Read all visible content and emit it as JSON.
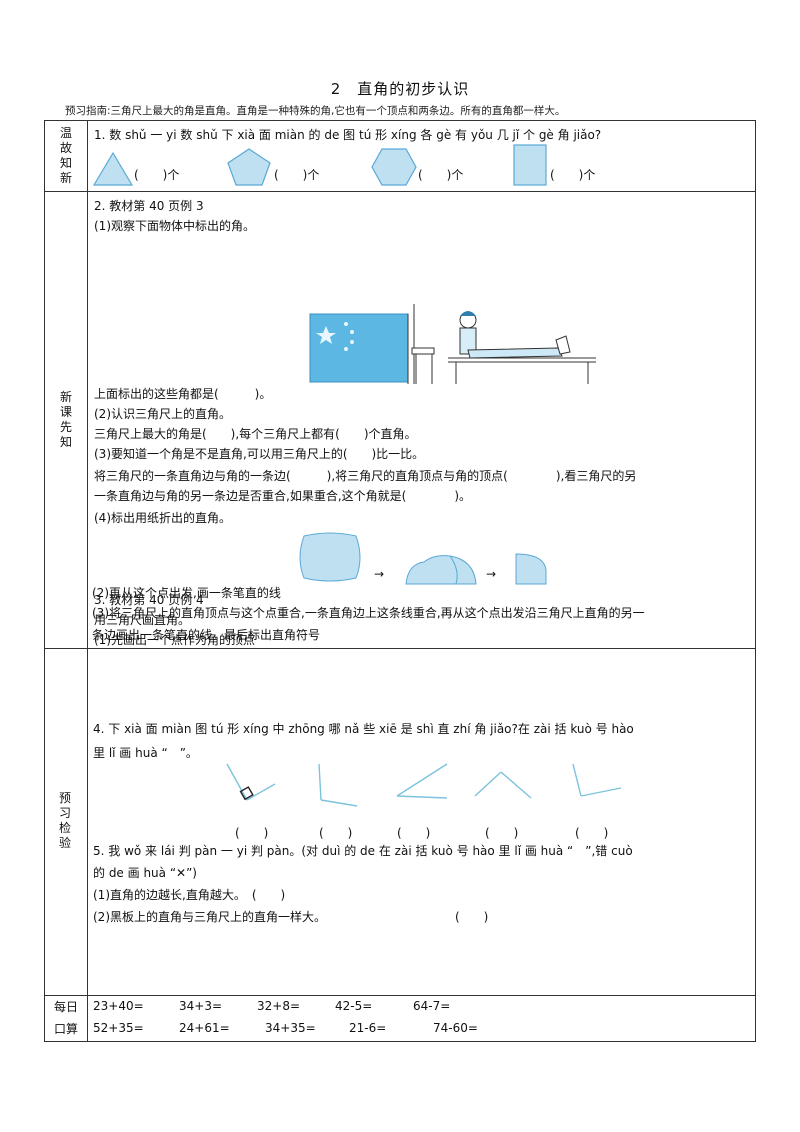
{
  "page_title": "2　直角的初步认识",
  "guide": "预习指南:三角尺上最大的角是直角。直角是一种特殊的角,它也有一个顶点和两条边。所有的直角都一样大。",
  "sections": {
    "review": {
      "side": "温故知新",
      "q1": "1. 数 shǔ 一 yi 数 shǔ 下 xià 面 miàn 的 de 图 tú 形 xíng 各 gè 有 yǒu 几 jǐ 个 gè 角 jiǎo?",
      "blank": "(　　)个"
    },
    "new": {
      "side": "新课先知",
      "lines": [
        "2. 教材第 40 页例 3",
        "(1)观察下面物体中标出的角。",
        "上面标出的这些角都是(　　　)。",
        "(2)认识三角尺上的直角。",
        "三角尺上最大的角是(　　),每个三角尺上都有(　　)个直角。",
        "(3)要知道一个角是不是直角,可以用三角尺上的(　　)比一比。",
        "将三角尺的一条直角边与角的一条边(　　　),将三角尺的直角顶点与角的顶点(　　　　),看三角尺的另",
        "一条直角边与角的另一条边是否重合,如果重合,这个角就是(　　　　)。",
        "(4)标出用纸折出的直角。",
        "3. 教材第 40 页例 4",
        "用三角尺画直角。",
        "(1)先画出一个点作为角的顶点",
        "(2)再从这个点出发,画一条笔直的线",
        "(3)将三角尺上的直角顶点与这个点重合,一条直角边上这条线重合,再从这个点出发沿三角尺上直角的另一",
        "条边画出一条笔直的线。最后标出直角符号"
      ],
      "arrow": "→"
    },
    "check": {
      "side": "预习检验",
      "q4a": "4. 下 xià 面 miàn 图 tú 形 xíng 中 zhōng 哪 nǎ 些 xiē 是 shì 直 zhí 角 jiǎo?在 zài 括 kuò 号 hào",
      "q4b": "里 lǐ 画 huà “　”。",
      "paren": "(　　)",
      "q5a": "5. 我 wǒ 来 lái 判 pàn 一 yi 判 pàn。(对 duì 的 de 在 zài 括 kuò 号 hào 里 lǐ 画 huà “　”,错 cuò",
      "q5b": "的 de 画 huà “✕”)",
      "q5_1": "(1)直角的边越长,直角越大。　(　　)",
      "q5_2": "(2)黑板上的直角与三角尺上的直角一样大。",
      "q5_2p": "(　　)"
    },
    "oral": {
      "side": "每日口算",
      "row1": [
        "23+40=",
        "34+3=",
        "32+8=",
        "42-5=",
        "64-7="
      ],
      "row2": [
        "52+35=",
        "24+61=",
        "34+35=",
        "21-6=",
        "74-60="
      ]
    }
  },
  "colors": {
    "shape_fill": "#bfe0f1",
    "shape_stroke": "#5aa9d6",
    "line": "#7cc3dc"
  }
}
